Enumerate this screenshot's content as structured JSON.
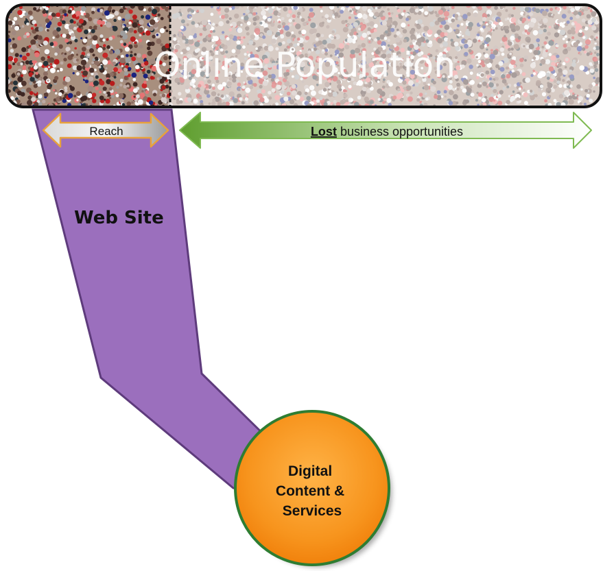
{
  "banner": {
    "title": "Online Population"
  },
  "reach": {
    "label": "Reach"
  },
  "lost": {
    "emphasis": "Lost",
    "rest": " business opportunities"
  },
  "website": {
    "label": "Web Site"
  },
  "hub": {
    "lines": [
      "Digital",
      "Content &",
      "Services"
    ]
  },
  "colors": {
    "purple_fill": "#9b6fbd",
    "purple_stroke": "#5e3b7c",
    "orange": "#f7941d",
    "green_ring": "#2e7d32",
    "green_arrow": "#6aaa3a",
    "banner_border": "#111111",
    "reach_outline": "#e8a23c"
  }
}
